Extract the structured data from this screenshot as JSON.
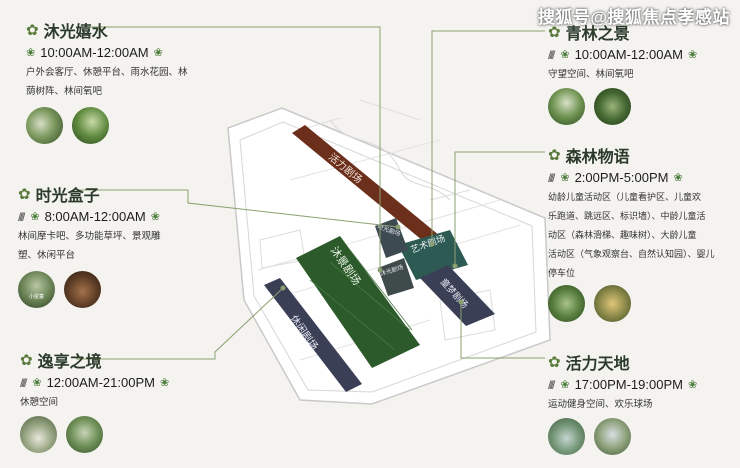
{
  "watermark": "搜狐号@搜狐焦点孝感站",
  "zones": {
    "muguang": {
      "title": "沐光嬉水",
      "time": "10:00AM-12:00AM",
      "desc_lines": [
        "户外会客厅、休憩平台、雨水花园、林",
        "荫树阵、林间氧吧"
      ],
      "thumbs": [
        {
          "cap": ""
        },
        {
          "cap": ""
        }
      ]
    },
    "shiguang": {
      "title": "时光盒子",
      "time": "8:00AM-12:00AM",
      "desc_lines": [
        "林间摩卡吧、多功能草坪、景观雕",
        "塑、休闲平台"
      ],
      "thumbs": [
        {
          "cap": "小屋童"
        },
        {
          "cap": ""
        }
      ]
    },
    "yixiang": {
      "title": "逸享之境",
      "time": "12:00AM-21:00PM",
      "desc_lines": [
        "休憩空间"
      ],
      "thumbs": [
        {
          "cap": ""
        },
        {
          "cap": ""
        }
      ]
    },
    "qinglin": {
      "title": "青林之景",
      "time": "10:00AM-12:00AM",
      "desc_lines": [
        "守望空间、林间氧吧"
      ],
      "thumbs": [
        {
          "cap": ""
        },
        {
          "cap": ""
        }
      ]
    },
    "senlin": {
      "title": "森林物语",
      "time": "2:00PM-5:00PM",
      "desc_lines": [
        "幼龄儿童活动区（儿童看护区、儿童欢",
        "乐跑道、跳远区、标识墙）、中龄儿童活",
        "动区（森林滑梯、趣味树）、大龄儿童",
        "活动区（气象观察台、自然认知园）、婴儿",
        "停车位"
      ],
      "thumbs": [
        {
          "cap": ""
        },
        {
          "cap": ""
        }
      ]
    },
    "huoli": {
      "title": "活力天地",
      "time": "17:00PM-19:00PM",
      "desc_lines": [
        "运动健身空间、欢乐球场"
      ],
      "thumbs": [
        {
          "cap": ""
        },
        {
          "cap": ""
        }
      ]
    }
  },
  "plan_labels": {
    "huoli": "活力剧场",
    "mujin": "沐景剧场",
    "xiuxian": "休闲剧场",
    "yishu": "艺术剧场",
    "tongmeng": "童梦剧场",
    "shiguang": "时光剧场",
    "muguang": "沐光剧场"
  },
  "colors": {
    "brown": "#6b2f1c",
    "green": "#2c5a2a",
    "navy": "#3a3f56",
    "teal": "#2e5a54",
    "line": "#8aa06f"
  }
}
